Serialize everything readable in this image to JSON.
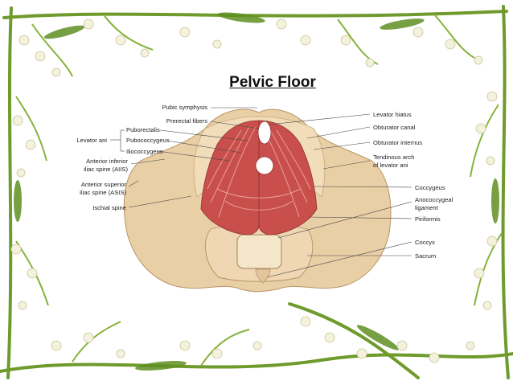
{
  "slide": {
    "title": "Pelvic Floor"
  },
  "diagram": {
    "left_labels": {
      "pubic_symphysis": "Pubic symphysis",
      "prerectal_fibers": "Prerectal fibers",
      "levator_ani": "Levator ani",
      "puborectalis": "Puborectalis",
      "pubococcygeus": "Pubococcygeus",
      "iliococcygeus": "Iliococcygeus",
      "aiis_line1": "Anterior inferior",
      "aiis_line2": "iliac spine (AIIS)",
      "asis_line1": "Anterior superior",
      "asis_line2": "iliac spine (ASIS)",
      "ischial_spine": "Ischial spine"
    },
    "right_labels": {
      "levator_hiatus": "Levator hiatus",
      "obturator_canal": "Obturator canal",
      "obturator_internus": "Obturator internus",
      "tendinous_line1": "Tendinous arch",
      "tendinous_line2": "of levator ani",
      "coccygeus": "Coccygeus",
      "anococcygeal_line1": "Anococcygeal",
      "anococcygeal_line2": "ligament",
      "piriformis": "Piriformis",
      "coccyx": "Coccyx",
      "sacrum": "Sacrum"
    }
  },
  "colors": {
    "bone": "#e9cfa6",
    "muscle": "#c94f4c",
    "stem": "#6f9a2c",
    "flower": "#f4f1dc"
  },
  "icons": [
    "lily-of-the-valley-border"
  ]
}
